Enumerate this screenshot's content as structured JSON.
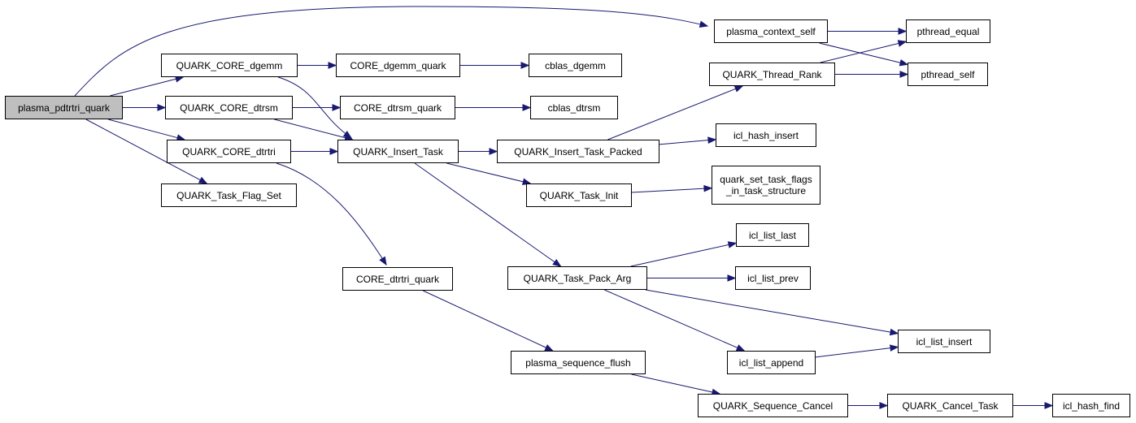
{
  "colors": {
    "edge": "#191970",
    "node_border": "#000000",
    "node_fill": "#ffffff",
    "root_fill": "#bfbfbf"
  },
  "nodes": {
    "plasma_pdtrtri_quark": {
      "label": "plasma_pdtrtri_quark"
    },
    "QUARK_CORE_dgemm": {
      "label": "QUARK_CORE_dgemm"
    },
    "QUARK_CORE_dtrsm": {
      "label": "QUARK_CORE_dtrsm"
    },
    "QUARK_CORE_dtrtri": {
      "label": "QUARK_CORE_dtrtri"
    },
    "QUARK_Task_Flag_Set": {
      "label": "QUARK_Task_Flag_Set"
    },
    "CORE_dgemm_quark": {
      "label": "CORE_dgemm_quark"
    },
    "CORE_dtrsm_quark": {
      "label": "CORE_dtrsm_quark"
    },
    "QUARK_Insert_Task": {
      "label": "QUARK_Insert_Task"
    },
    "CORE_dtrtri_quark": {
      "label": "CORE_dtrtri_quark"
    },
    "cblas_dgemm": {
      "label": "cblas_dgemm"
    },
    "cblas_dtrsm": {
      "label": "cblas_dtrsm"
    },
    "QUARK_Insert_Task_Packed": {
      "label": "QUARK_Insert_Task_Packed"
    },
    "QUARK_Task_Init": {
      "label": "QUARK_Task_Init"
    },
    "QUARK_Task_Pack_Arg": {
      "label": "QUARK_Task_Pack_Arg"
    },
    "plasma_sequence_flush": {
      "label": "plasma_sequence_flush"
    },
    "plasma_context_self": {
      "label": "plasma_context_self"
    },
    "QUARK_Thread_Rank": {
      "label": "QUARK_Thread_Rank"
    },
    "icl_hash_insert": {
      "label": "icl_hash_insert"
    },
    "quark_set_task_flags_in_task_structure": {
      "label_line1": "quark_set_task_flags",
      "label_line2": "_in_task_structure"
    },
    "icl_list_last": {
      "label": "icl_list_last"
    },
    "icl_list_prev": {
      "label": "icl_list_prev"
    },
    "icl_list_append": {
      "label": "icl_list_append"
    },
    "QUARK_Sequence_Cancel": {
      "label": "QUARK_Sequence_Cancel"
    },
    "pthread_equal": {
      "label": "pthread_equal"
    },
    "pthread_self": {
      "label": "pthread_self"
    },
    "icl_list_insert": {
      "label": "icl_list_insert"
    },
    "QUARK_Cancel_Task": {
      "label": "QUARK_Cancel_Task"
    },
    "icl_hash_find": {
      "label": "icl_hash_find"
    }
  },
  "edges": [
    [
      "plasma_pdtrtri_quark",
      "plasma_context_self"
    ],
    [
      "plasma_pdtrtri_quark",
      "QUARK_CORE_dgemm"
    ],
    [
      "plasma_pdtrtri_quark",
      "QUARK_CORE_dtrsm"
    ],
    [
      "plasma_pdtrtri_quark",
      "QUARK_CORE_dtrtri"
    ],
    [
      "plasma_pdtrtri_quark",
      "QUARK_Task_Flag_Set"
    ],
    [
      "QUARK_CORE_dgemm",
      "CORE_dgemm_quark"
    ],
    [
      "QUARK_CORE_dgemm",
      "QUARK_Insert_Task"
    ],
    [
      "QUARK_CORE_dtrsm",
      "CORE_dtrsm_quark"
    ],
    [
      "QUARK_CORE_dtrsm",
      "QUARK_Insert_Task"
    ],
    [
      "QUARK_CORE_dtrtri",
      "QUARK_Insert_Task"
    ],
    [
      "QUARK_CORE_dtrtri",
      "CORE_dtrtri_quark"
    ],
    [
      "CORE_dgemm_quark",
      "cblas_dgemm"
    ],
    [
      "CORE_dtrsm_quark",
      "cblas_dtrsm"
    ],
    [
      "QUARK_Insert_Task",
      "QUARK_Insert_Task_Packed"
    ],
    [
      "QUARK_Insert_Task",
      "QUARK_Task_Init"
    ],
    [
      "QUARK_Insert_Task",
      "QUARK_Task_Pack_Arg"
    ],
    [
      "CORE_dtrtri_quark",
      "plasma_sequence_flush"
    ],
    [
      "plasma_context_self",
      "pthread_equal"
    ],
    [
      "plasma_context_self",
      "pthread_self"
    ],
    [
      "QUARK_Thread_Rank",
      "pthread_equal"
    ],
    [
      "QUARK_Thread_Rank",
      "pthread_self"
    ],
    [
      "QUARK_Insert_Task_Packed",
      "QUARK_Thread_Rank"
    ],
    [
      "QUARK_Insert_Task_Packed",
      "icl_hash_insert"
    ],
    [
      "QUARK_Task_Init",
      "quark_set_task_flags_in_task_structure"
    ],
    [
      "QUARK_Task_Pack_Arg",
      "icl_list_last"
    ],
    [
      "QUARK_Task_Pack_Arg",
      "icl_list_prev"
    ],
    [
      "QUARK_Task_Pack_Arg",
      "icl_list_insert"
    ],
    [
      "QUARK_Task_Pack_Arg",
      "icl_list_append"
    ],
    [
      "icl_list_append",
      "icl_list_insert"
    ],
    [
      "plasma_sequence_flush",
      "QUARK_Sequence_Cancel"
    ],
    [
      "QUARK_Sequence_Cancel",
      "QUARK_Cancel_Task"
    ],
    [
      "QUARK_Cancel_Task",
      "icl_hash_find"
    ]
  ]
}
